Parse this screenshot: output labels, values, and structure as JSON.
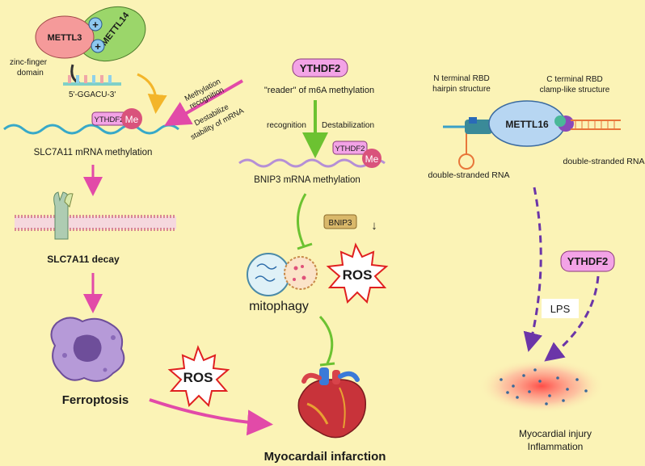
{
  "labels": {
    "mettl3": "METTL3",
    "mettl14": "METTL14",
    "plus": "+",
    "zinc_finger_1": "zinc-finger",
    "zinc_finger_2": "domain",
    "motif": "5'-GGACU-3'",
    "methylation_recognition_1": "Methylation",
    "methylation_recognition_2": "recognition",
    "destabilize_1": "Destabilize",
    "destabilize_2": "stability of mRNA",
    "ythdf2": "YTHDF2",
    "me": "Me",
    "slc7a11_methylation": "SLC7A11 mRNA methylation",
    "slc7a11_decay": "SLC7A11 decay",
    "ferroptosis": "Ferroptosis",
    "ros": "ROS",
    "reader": "\"reader\" of m6A methylation",
    "recognition": "recognition",
    "destabilization": "Destabilization",
    "bnip3_methylation": "BNIP3 mRNA methylation",
    "bnip3": "BNIP3",
    "down_arrow": "↓",
    "mitophagy": "mitophagy",
    "myocardial_infarction": "Myocardail infarction",
    "n_terminal_1": "N terminal RBD",
    "n_terminal_2": "hairpin structure",
    "c_terminal_1": "C terminal RBD",
    "c_terminal_2": "clamp-like structure",
    "mettl16": "METTL16",
    "dsrna_left": "double-stranded RNA",
    "dsrna_right": "double-stranded RNA",
    "lps": "LPS",
    "injury_1": "Myocardial injury",
    "injury_2": "Inflammation"
  },
  "colors": {
    "background": "#fbf3b6",
    "pink_arrow": "#e24aa8",
    "green_arrow": "#6cc231",
    "orange_arrow": "#f3b52a",
    "purple_dash": "#6b35a8",
    "mettl3": "#f59a9a",
    "mettl14": "#9bd66a",
    "ythdf2_box": "#f3a3e6",
    "me_circle": "#d9537c",
    "mettl16": "#b7d6f2"
  }
}
